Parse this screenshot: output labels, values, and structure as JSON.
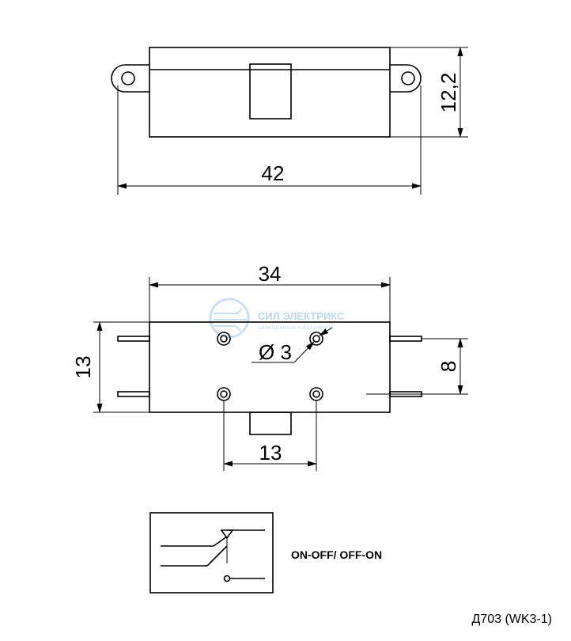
{
  "dimensions": {
    "top_width": "42",
    "top_height": "12,2",
    "body_width": "34",
    "body_height": "13",
    "hole_diameter": "Ø 3",
    "pin_spacing": "8",
    "hole_spacing": "13"
  },
  "schematic": {
    "label": "ON-OFF/ OFF-ON"
  },
  "watermark": {
    "title": "СИЛ ЭЛЕКТРИКС",
    "subtitle": "электронные компоненты"
  },
  "footer": {
    "model": "Д703 (WK3-1)"
  },
  "colors": {
    "line": "#000000",
    "watermark": "#b7d3ee",
    "background": "#ffffff"
  }
}
